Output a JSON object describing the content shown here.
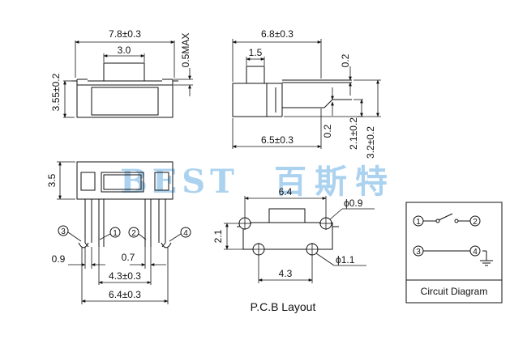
{
  "watermark": {
    "latin": "BEST",
    "cjk": "百斯特",
    "color": "#8fc3ea"
  },
  "front_view": {
    "width": "7.8±0.3",
    "actuator_width": "3.0",
    "height": "3.55±0.2",
    "actuator_height": "0.5MAX"
  },
  "side_view": {
    "length": "6.8±0.3",
    "actuator": "1.5",
    "terminal_top": "0.2",
    "terminal_bottom": "0.2",
    "height_1": "2.1±0.2",
    "height_2": "3.2±0.2",
    "body_length": "6.5±0.3"
  },
  "bottom_view": {
    "height": "3.5",
    "pin_width": "0.9",
    "pin_gap": "0.7",
    "pin_pitch": "4.3±0.3",
    "span": "6.4±0.3",
    "pins": [
      "3",
      "1",
      "2",
      "4"
    ]
  },
  "pcb_layout": {
    "title": "P.C.B Layout",
    "width": "6.4",
    "pitch": "4.3",
    "row_gap": "2.1",
    "big_hole": "ϕ0.9",
    "small_hole": "ϕ1.1"
  },
  "circuit": {
    "title": "Circuit Diagram",
    "pins": [
      "1",
      "2",
      "3",
      "4"
    ]
  }
}
